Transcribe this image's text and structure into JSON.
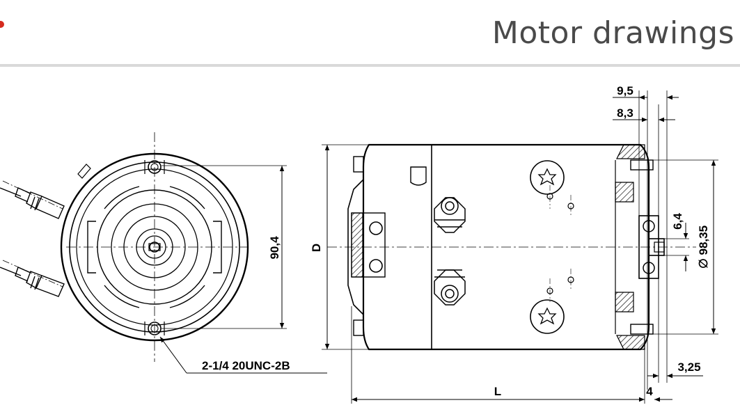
{
  "header": {
    "title": "Motor drawings"
  },
  "front_view": {
    "height_dim": "90,4",
    "thread_note": "2-1/4 20UNC-2B"
  },
  "side_view": {
    "dim_top_1": "9,5",
    "dim_top_2": "8,3",
    "dim_shaft": "6,4",
    "dim_diameter": "∅ 98,35",
    "dim_d": "D",
    "dim_l": "L",
    "dim_4": "4",
    "dim_325": "3,25"
  }
}
